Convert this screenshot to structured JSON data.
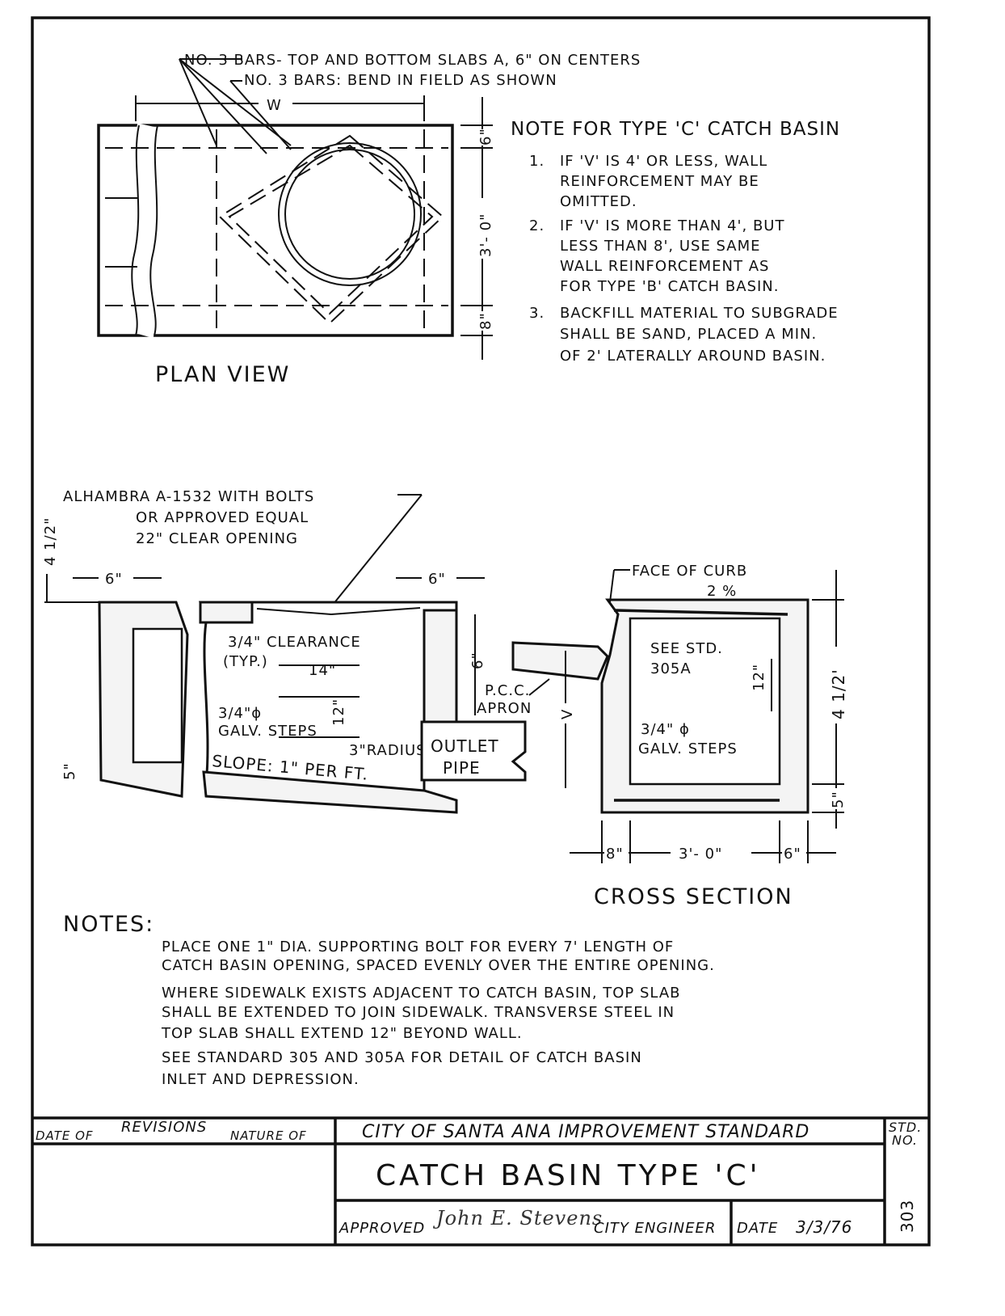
{
  "plan_view": {
    "title": "PLAN VIEW",
    "callout_bars_slabs": "NO. 3 BARS- TOP AND BOTTOM SLABS A, 6\" ON CENTERS",
    "callout_bars_bend": "NO. 3 BARS: BEND IN FIELD AS SHOWN",
    "dim_w": "W",
    "dim_6": "6\"",
    "dim_3ft": "3'- 0\"",
    "dim_8": "8\""
  },
  "type_c_note": {
    "heading": "NOTE FOR TYPE 'C' CATCH BASIN",
    "items": [
      [
        "1.",
        "IF 'V' IS 4' OR LESS, WALL",
        "REINFORCEMENT MAY BE",
        "OMITTED."
      ],
      [
        "2.",
        "IF 'V' IS MORE THAN 4', BUT",
        "LESS THAN 8', USE SAME",
        "WALL REINFORCEMENT AS",
        "FOR TYPE 'B' CATCH BASIN."
      ],
      [
        "3.",
        "BACKFILL MATERIAL TO SUBGRADE",
        "SHALL BE SAND, PLACED A MIN.",
        "OF 2' LATERALLY AROUND BASIN."
      ]
    ]
  },
  "section": {
    "grate_callout": [
      "ALHAMBRA A-1532 WITH BOLTS",
      "OR APPROVED EQUAL",
      "22\" CLEAR OPENING"
    ],
    "dim_4_5": "4 1/2\"",
    "dim_6_left": "6\"",
    "dim_6_right": "6\"",
    "clearance": [
      "3/4\" CLEARANCE",
      "(TYP.)"
    ],
    "dim_14": "14\"",
    "steps": [
      "3/4\"ϕ",
      "GALV. STEPS"
    ],
    "dim_12": "12\"",
    "radius": "3\"RADIUS",
    "slope": "SLOPE: 1\" PER FT.",
    "outlet": [
      "OUTLET",
      "PIPE"
    ],
    "dim_5_left": "5\"",
    "dim_6_apron": "6\"",
    "apron": [
      "P.C.C.",
      "APRON"
    ],
    "dim_v": "V"
  },
  "cross_section": {
    "title": "CROSS SECTION",
    "face_of_curb": "FACE OF CURB",
    "slope": "2 %",
    "see_std": [
      "SEE STD.",
      "305A"
    ],
    "dim_12": "12\"",
    "steps": [
      "3/4\" ϕ",
      "GALV. STEPS"
    ],
    "dim_4_5": "4 1/2'",
    "dim_5": "5\"",
    "dim_8": "8\"",
    "dim_3ft": "3'- 0\"",
    "dim_6": "6\""
  },
  "notes": {
    "heading": "NOTES:",
    "lines": [
      "PLACE ONE 1\" DIA. SUPPORTING BOLT FOR EVERY 7' LENGTH OF",
      "CATCH BASIN OPENING, SPACED EVENLY OVER THE ENTIRE OPENING.",
      "WHERE SIDEWALK EXISTS ADJACENT TO CATCH BASIN, TOP SLAB",
      "SHALL BE EXTENDED TO JOIN SIDEWALK. TRANSVERSE STEEL IN",
      "TOP SLAB SHALL EXTEND 12\" BEYOND WALL.",
      "SEE STANDARD 305 AND 305A FOR DETAIL OF CATCH BASIN",
      "INLET AND DEPRESSION."
    ]
  },
  "title_block": {
    "rev_date": "DATE OF",
    "rev_label": "REVISIONS",
    "rev_nature": "NATURE OF",
    "agency": "CITY OF SANTA ANA IMPROVEMENT STANDARD",
    "title": "CATCH BASIN TYPE 'C'",
    "approved": "APPROVED",
    "signature": "John E. Stevens",
    "city_engineer": "CITY ENGINEER",
    "date_label": "DATE",
    "date": "3/3/76",
    "std_no_label": [
      "STD.",
      "NO."
    ],
    "std_no": "303"
  }
}
